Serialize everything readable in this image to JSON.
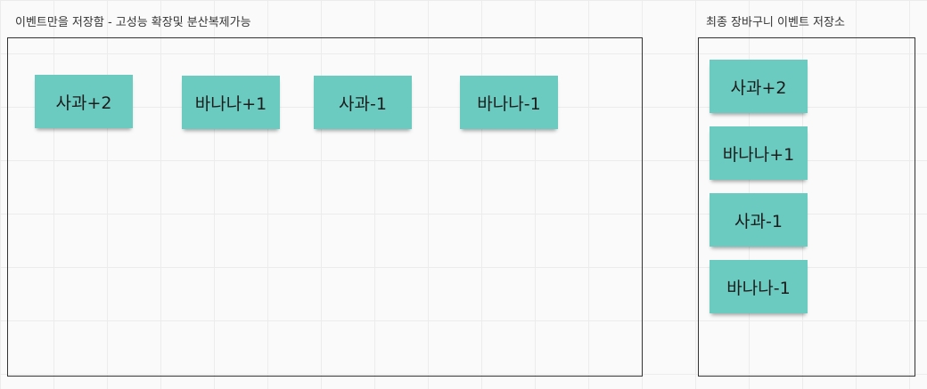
{
  "event_store": {
    "title": "이벤트만을 저장함 - 고성능 확장및 분산복제가능",
    "notes": [
      "사과+2",
      "바나나+1",
      "사과-1",
      "바나나-1"
    ]
  },
  "cart_store": {
    "title": "최종 장바구니 이벤트 저장소",
    "notes": [
      "사과+2",
      "바나나+1",
      "사과-1",
      "바나나-1"
    ]
  },
  "colors": {
    "sticky": "#6ccbc0",
    "frame_border": "#333333",
    "background": "#fafafa"
  }
}
